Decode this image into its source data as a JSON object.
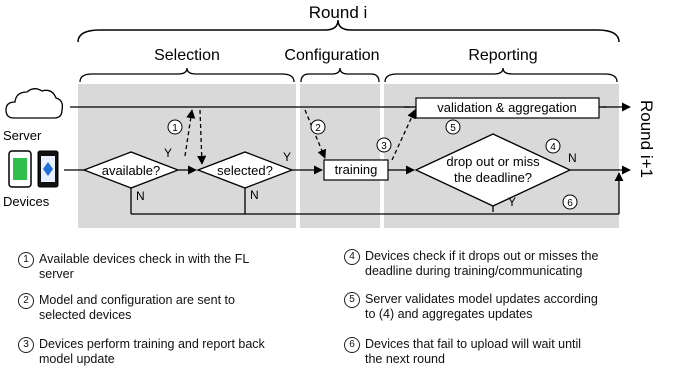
{
  "round_title": "Round i",
  "next_round_label": "Round i+1",
  "phases": {
    "selection": "Selection",
    "configuration": "Configuration",
    "reporting": "Reporting"
  },
  "actors": {
    "server": "Server",
    "devices": "Devices"
  },
  "nodes": {
    "available": "available?",
    "selected": "selected?",
    "training": "training",
    "validation": "validation & aggregation",
    "dropout_line1": "drop out or miss",
    "dropout_line2": "the deadline?"
  },
  "branch_labels": {
    "yes": "Y",
    "no": "N"
  },
  "step_markers": [
    "1",
    "2",
    "3",
    "4",
    "5",
    "6"
  ],
  "legend": [
    {
      "num": "1",
      "line1": "Available devices check in with the FL",
      "line2": "server"
    },
    {
      "num": "2",
      "line1": "Model and configuration are sent to",
      "line2": "selected devices"
    },
    {
      "num": "3",
      "line1": "Devices perform training and report back",
      "line2": "model update"
    },
    {
      "num": "4",
      "line1": "Devices check if it drops out or misses the",
      "line2": "deadline during training/communicating"
    },
    {
      "num": "5",
      "line1": "Server validates model updates according",
      "line2": "to (4) and aggregates updates"
    },
    {
      "num": "6",
      "line1": "Devices that fail to upload will wait until",
      "line2": "the next round"
    }
  ]
}
